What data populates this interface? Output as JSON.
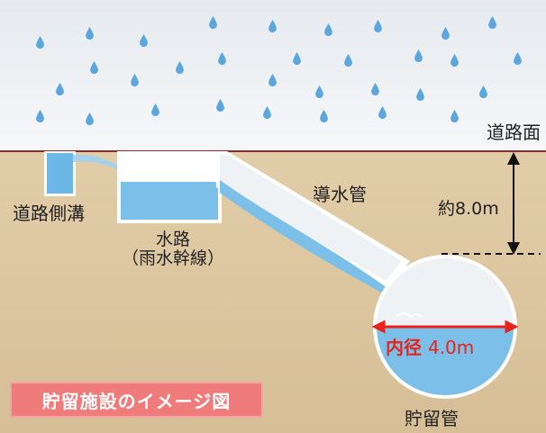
{
  "labels": {
    "road_surface": "道路面",
    "road_gutter": "道路側溝",
    "channel_line1": "水路",
    "channel_line2": "（雨水幹線）",
    "intake_pipe": "導水管",
    "depth": "約8.0m",
    "diameter_prefix": "内径",
    "diameter_value": "4.0m",
    "storage_pipe": "貯留管",
    "badge": "貯留施設のイメージ図"
  },
  "colors": {
    "sky": "#eef1f4",
    "raindrop": "#5aa6dd",
    "ground": "#d9c4a0",
    "road_line": "#8b2b2b",
    "water": "#7cc0ea",
    "pipe_outline": "#ffffff",
    "arrow_red": "#e8231a",
    "badge": "#f07b7b"
  },
  "icons": [
    "raindrop-icon",
    "depth-arrow-icon",
    "diameter-arrow-icon"
  ]
}
